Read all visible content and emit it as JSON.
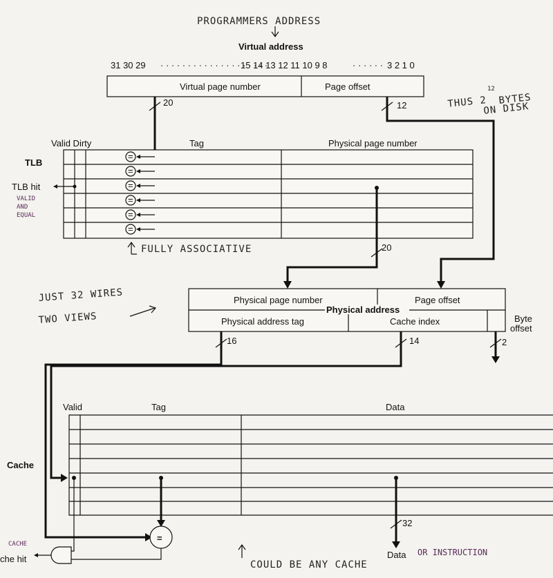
{
  "annotations": {
    "programmers_address": "PROGRAMMERS ADDRESS",
    "thus_2": "THUS 2",
    "exp_12": "12",
    "bytes": "BYTES",
    "on_disk": "ON DISK",
    "valid_and_equal_1": "VALID",
    "valid_and_equal_2": "AND",
    "valid_and_equal_3": "EQUAL",
    "fully_associative": "FULLY ASSOCIATIVE",
    "just_32_wires": "JUST 32 WIRES",
    "two_views": "TWO VIEWS",
    "could_be_any_cache": "COULD BE ANY CACHE",
    "or_instruction": "OR INSTRUCTION",
    "cache_note": "CACHE"
  },
  "virtual_address": {
    "title": "Virtual address",
    "bits_left": "31 30 29",
    "bits_mid": "15 14 13 12 11 10 9 8",
    "bits_right": "3 2 1 0",
    "vpn_label": "Virtual page number",
    "offset_label": "Page offset",
    "vpn_width": "20",
    "offset_width": "12"
  },
  "tlb": {
    "title": "TLB",
    "col_valid_dirty": "Valid Dirty",
    "col_tag": "Tag",
    "col_ppn": "Physical page number",
    "hit_label": "TLB hit",
    "comparator_symbol": "=",
    "ppn_width": "20"
  },
  "physical_address": {
    "title": "Physical address",
    "ppn_label": "Physical page number",
    "offset_label": "Page offset",
    "tag_label": "Physical address tag",
    "index_label": "Cache index",
    "byte_offset_label_1": "Byte",
    "byte_offset_label_2": "offset",
    "tag_width": "16",
    "index_width": "14",
    "byte_offset_width": "2"
  },
  "cache": {
    "title": "Cache",
    "col_valid": "Valid",
    "col_tag": "Tag",
    "col_data": "Data",
    "comparator_symbol": "=",
    "hit_label": "che hit",
    "data_label": "Data",
    "data_width": "32"
  }
}
